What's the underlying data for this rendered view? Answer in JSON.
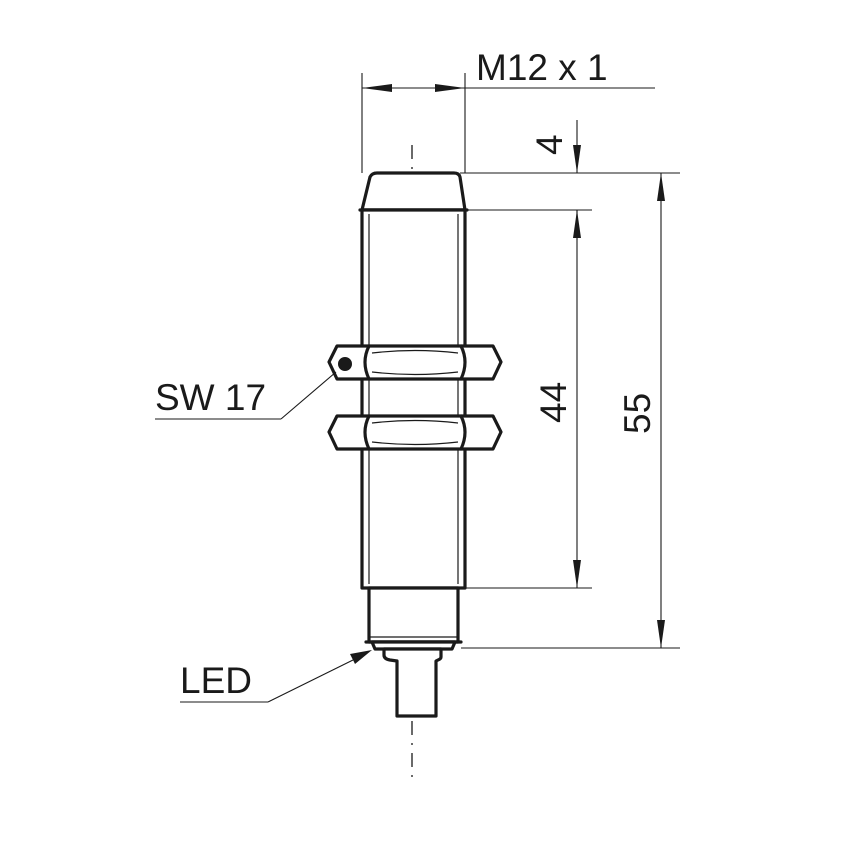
{
  "drawing": {
    "thread_label": "M12 x 1",
    "nut_label": "SW 17",
    "led_label": "LED",
    "dim_top": "4",
    "dim_thread_length": "44",
    "dim_total_length": "55"
  }
}
